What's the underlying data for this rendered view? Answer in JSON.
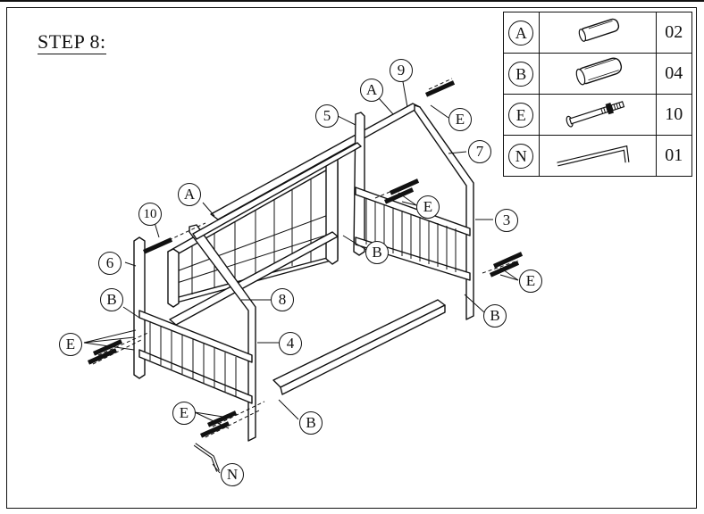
{
  "step": {
    "title": "STEP 8:"
  },
  "hardware": [
    {
      "letter": "A",
      "icon": "dowel-icon",
      "qty": "02"
    },
    {
      "letter": "B",
      "icon": "barrel-nut-icon",
      "qty": "04"
    },
    {
      "letter": "E",
      "icon": "bolt-icon",
      "qty": "10"
    },
    {
      "letter": "N",
      "icon": "allen-key-icon",
      "qty": "01"
    }
  ],
  "callouts": {
    "A": "A",
    "B": "B",
    "E": "E",
    "N": "N",
    "p3": "3",
    "p4": "4",
    "p5": "5",
    "p6": "6",
    "p7": "7",
    "p8": "8",
    "p9": "9",
    "p10": "10"
  }
}
